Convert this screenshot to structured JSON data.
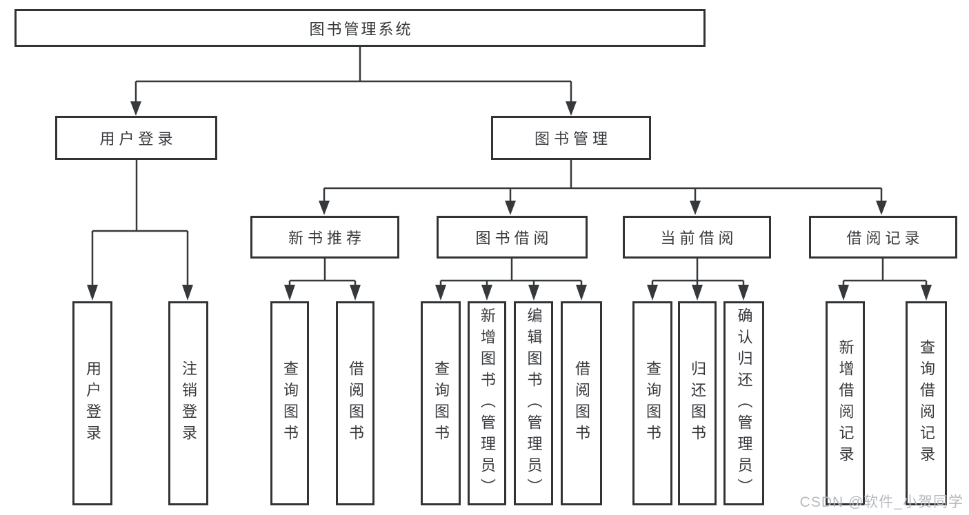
{
  "diagram": {
    "type": "hierarchy-tree",
    "colors": {
      "line": "#36393c",
      "border": "#313437",
      "text": "#37393d",
      "background": "#ffffff",
      "watermark": "#b7babe"
    },
    "watermark": {
      "text": "CSDN @软件_小贺同学"
    },
    "tree": {
      "label": "图书管理系统",
      "children": [
        {
          "label": "用户登录",
          "children": [
            {
              "label": "用户登录"
            },
            {
              "label": "注销登录"
            }
          ]
        },
        {
          "label": "图书管理",
          "children": [
            {
              "label": "新书推荐",
              "children": [
                {
                  "label": "查询图书"
                },
                {
                  "label": "借阅图书"
                }
              ]
            },
            {
              "label": "图书借阅",
              "children": [
                {
                  "label": "查询图书"
                },
                {
                  "label": "新增图书（管理员）"
                },
                {
                  "label": "编辑图书（管理员）"
                },
                {
                  "label": "借阅图书"
                }
              ]
            },
            {
              "label": "当前借阅",
              "children": [
                {
                  "label": "查询图书"
                },
                {
                  "label": "归还图书"
                },
                {
                  "label": "确认归还（管理员）"
                }
              ]
            },
            {
              "label": "借阅记录",
              "children": [
                {
                  "label": "新增借阅记录"
                },
                {
                  "label": "查询借阅记录"
                }
              ]
            }
          ]
        }
      ]
    }
  }
}
